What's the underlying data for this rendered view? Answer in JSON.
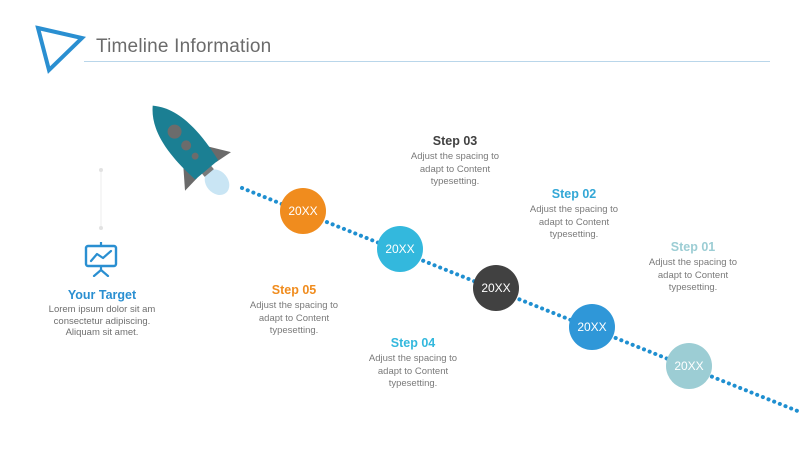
{
  "header": {
    "title": "Timeline Information",
    "logo_icon": "triangle-play-icon"
  },
  "colors": {
    "accent": "#2a8fd1",
    "dots": "#1f8fd0",
    "rocket_body": "#1b7f93",
    "rocket_fins": "#6a6a6a",
    "flame": "#bfe0f2"
  },
  "target": {
    "icon": "presentation-chart-icon",
    "title": "Your Target",
    "lines": [
      "Lorem ipsum dolor sit am",
      "consectetur adipiscing.",
      "Aliquam sit amet."
    ]
  },
  "milestones": [
    {
      "label": "20XX",
      "color": "#f08c1e"
    },
    {
      "label": "20XX",
      "color": "#33b8dd"
    },
    {
      "label": "20XX",
      "color": "#414141"
    },
    {
      "label": "20XX",
      "color": "#2f97d8"
    },
    {
      "label": "20XX",
      "color": "#9ccdd4"
    }
  ],
  "steps": [
    {
      "title": "Step 01",
      "color": "#9ccdd4",
      "lines": [
        "Adjust the spacing to",
        "adapt to Content",
        "typesetting."
      ]
    },
    {
      "title": "Step 02",
      "color": "#33a7d6",
      "lines": [
        "Adjust the spacing to",
        "adapt to Content",
        "typesetting."
      ]
    },
    {
      "title": "Step 03",
      "color": "#414141",
      "lines": [
        "Adjust the spacing to",
        "adapt to Content",
        "typesetting."
      ]
    },
    {
      "title": "Step 04",
      "color": "#33b8dd",
      "lines": [
        "Adjust the spacing to",
        "adapt to Content",
        "typesetting."
      ]
    },
    {
      "title": "Step 05",
      "color": "#f08c1e",
      "lines": [
        "Adjust the spacing to",
        "adapt to Content",
        "typesetting."
      ]
    }
  ]
}
